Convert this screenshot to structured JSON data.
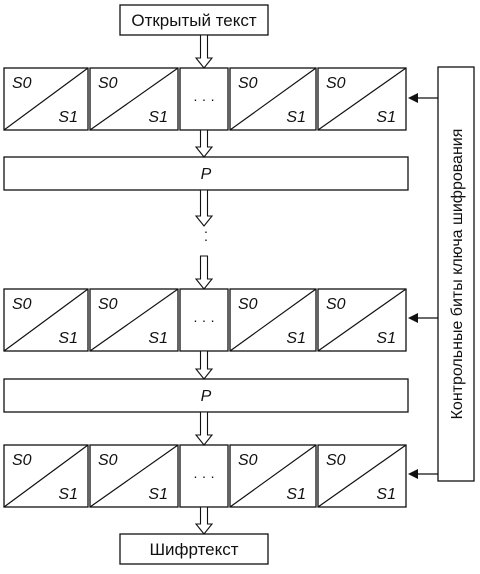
{
  "input_label": "Открытый текст",
  "output_label": "Шифртекст",
  "side_label": "Контрольные биты ключа шифрования",
  "sbox": {
    "top": "S0",
    "bottom": "S1"
  },
  "ellipsis": "· · ·",
  "perm_label": "P",
  "middle_dots": "·\n·\n·"
}
